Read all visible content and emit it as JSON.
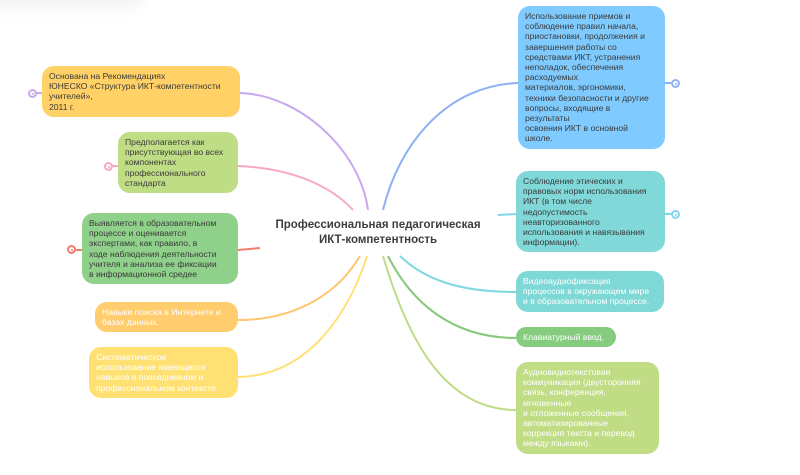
{
  "central_topic": "Профессиональная  педагогическая\nИКТ-компетентность",
  "left_branches": [
    {
      "id": "unesco",
      "text": "Основана на Рекомендациях\nЮНЕСКО «Структура ИКТ-компетентности\nучителей»,\n2011 г.",
      "fill": "#ffd166",
      "line": "#c9a8f0",
      "collapsible": true
    },
    {
      "id": "standard",
      "text": "Предполагается как\nприсутствующая во всех\nкомпонентах\nпрофессионального\nстандарта",
      "fill": "#bedd84",
      "line": "#f7a8c4",
      "collapsible": true
    },
    {
      "id": "assessment",
      "text": "Выявляется в образовательном\nпроцессе и оценивается\nэкспертами, как правило, в\nходе наблюдения деятельности\nучителя и анализа ее фиксации\nв информационной средее",
      "fill": "#8fd08a",
      "line": "#f47c6c",
      "collapsible": true
    },
    {
      "id": "search",
      "text": "Навыки поиска в Интернете и\nбазах данных.",
      "fill": "#ffcc6e",
      "line": "#ffc670",
      "collapsible": false
    },
    {
      "id": "systematic",
      "text": "Систематическое\nиспользование имеющихся\nнавыков в повседневном и\nпрофессиональном контексте.",
      "fill": "#ffe173",
      "line": "#ffe173",
      "collapsible": false
    }
  ],
  "right_branches": [
    {
      "id": "usage",
      "text": "Использование приемов и\nсоблюдение правил начала,\nприостановки, продолжения и\nзавершения работы со\nсредствами ИКТ, устранения\nнеполадок, обеспечения\nрасходуемых\nматериалов, эргономики,\nтехники безопасности и другие\nвопросы, входящие в\nрезультаты\nосвоения ИКТ в основной\nшколе.",
      "fill": "#7fcbff",
      "line": "#8fb0f5",
      "collapsible": true
    },
    {
      "id": "ethics",
      "text": "Соблюдение этических и\nправовых норм использования\nИКТ (в том числе\nнедопустимость\nнеавторизованного\nиспользования и навязывания\nинформации).",
      "fill": "#80d8d8",
      "line": "#7fd6ee",
      "collapsible": true
    },
    {
      "id": "video",
      "text": "Видеоаудиофиксация\nпроцессов в окружающем мире\nи в образовательном процессе.",
      "fill": "#7ed8d6",
      "line": "#7ed8e0",
      "collapsible": false
    },
    {
      "id": "keyboard",
      "text": "Клавиатурный ввод.",
      "fill": "#86cc7f",
      "line": "#86c97a",
      "collapsible": false
    },
    {
      "id": "audio",
      "text": "Аудиовидиотекстовая\nкоммуникация (двусторонняя\nсвязь, конференция,\nмгновенные\nи отложенные сообщения,\nавтоматизированные\nкоррекция текста и перевод\nмежду языками).",
      "fill": "#c0dc85",
      "line": "#bedc85",
      "collapsible": false
    }
  ]
}
